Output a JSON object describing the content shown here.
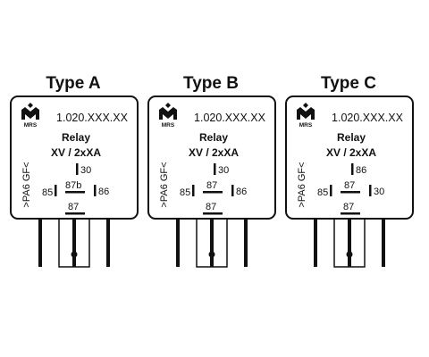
{
  "relays": [
    {
      "type_label": "Type A",
      "logo_text": "MRS",
      "part_number": "1.020.XXX.XX",
      "relay_label": "Relay",
      "rating": "XV / 2xXA",
      "material": ">PA6 GF<",
      "pins": {
        "top": "30",
        "center": "87b",
        "left": "85",
        "right": "86",
        "bottom": "87"
      }
    },
    {
      "type_label": "Type B",
      "logo_text": "MRS",
      "part_number": "1.020.XXX.XX",
      "relay_label": "Relay",
      "rating": "XV / 2xXA",
      "material": ">PA6 GF<",
      "pins": {
        "top": "30",
        "center": "87",
        "left": "85",
        "right": "86",
        "bottom": "87"
      }
    },
    {
      "type_label": "Type C",
      "logo_text": "MRS",
      "part_number": "1.020.XXX.XX",
      "relay_label": "Relay",
      "rating": "XV / 2xXA",
      "material": ">PA6 GF<",
      "pins": {
        "top": "86",
        "center": "87",
        "left": "85",
        "right": "30",
        "bottom": "87"
      }
    }
  ],
  "colors": {
    "ink": "#111111",
    "background": "#ffffff"
  }
}
